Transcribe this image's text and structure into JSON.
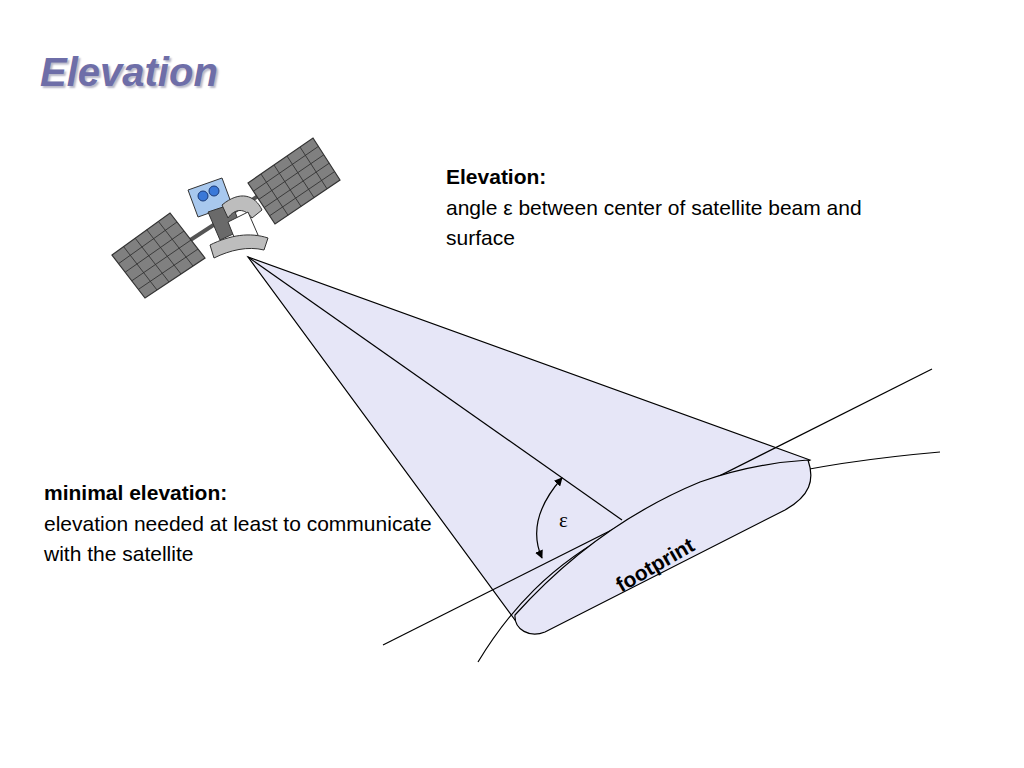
{
  "diagram": {
    "title": "Elevation",
    "nodes": [
      {
        "text": [
          "footprint"
        ]
      }
    ],
    "labels": [
      "Elevation:",
      "angle ε between center of satellite beam and surface",
      "minimal elevation:",
      "elevation needed at least to communicate with the satellite",
      "ε"
    ]
  }
}
